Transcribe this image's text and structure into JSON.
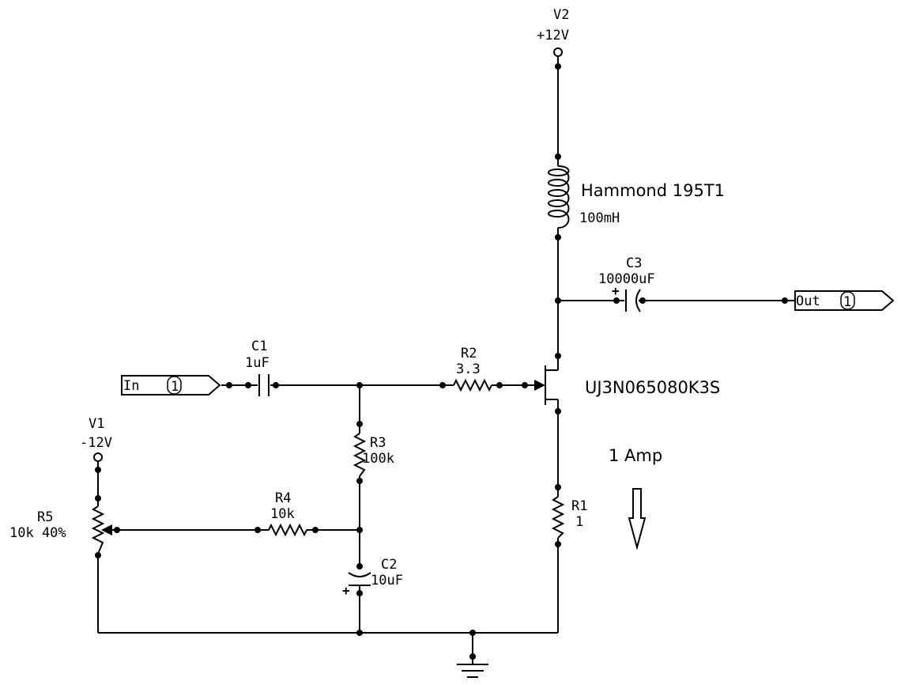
{
  "components": {
    "v2": {
      "ref": "V2",
      "value": "+12V"
    },
    "v1": {
      "ref": "V1",
      "value": "-12V"
    },
    "inductor": {
      "part": "Hammond 195T1",
      "value": "100mH"
    },
    "c1": {
      "ref": "C1",
      "value": "1uF"
    },
    "c2": {
      "ref": "C2",
      "value": "10uF"
    },
    "c3": {
      "ref": "C3",
      "value": "10000uF"
    },
    "r1": {
      "ref": "R1",
      "value": "1"
    },
    "r2": {
      "ref": "R2",
      "value": "3.3"
    },
    "r3": {
      "ref": "R3",
      "value": "100k"
    },
    "r4": {
      "ref": "R4",
      "value": "10k"
    },
    "r5": {
      "ref": "R5",
      "value": "10k 40%"
    },
    "jfet": {
      "part": "UJ3N065080K3S"
    }
  },
  "ports": {
    "in": {
      "label": "In",
      "number": "1"
    },
    "out": {
      "label": "Out",
      "number": "1"
    }
  },
  "annotations": {
    "current": "1 Amp",
    "plus_sign": "+"
  }
}
